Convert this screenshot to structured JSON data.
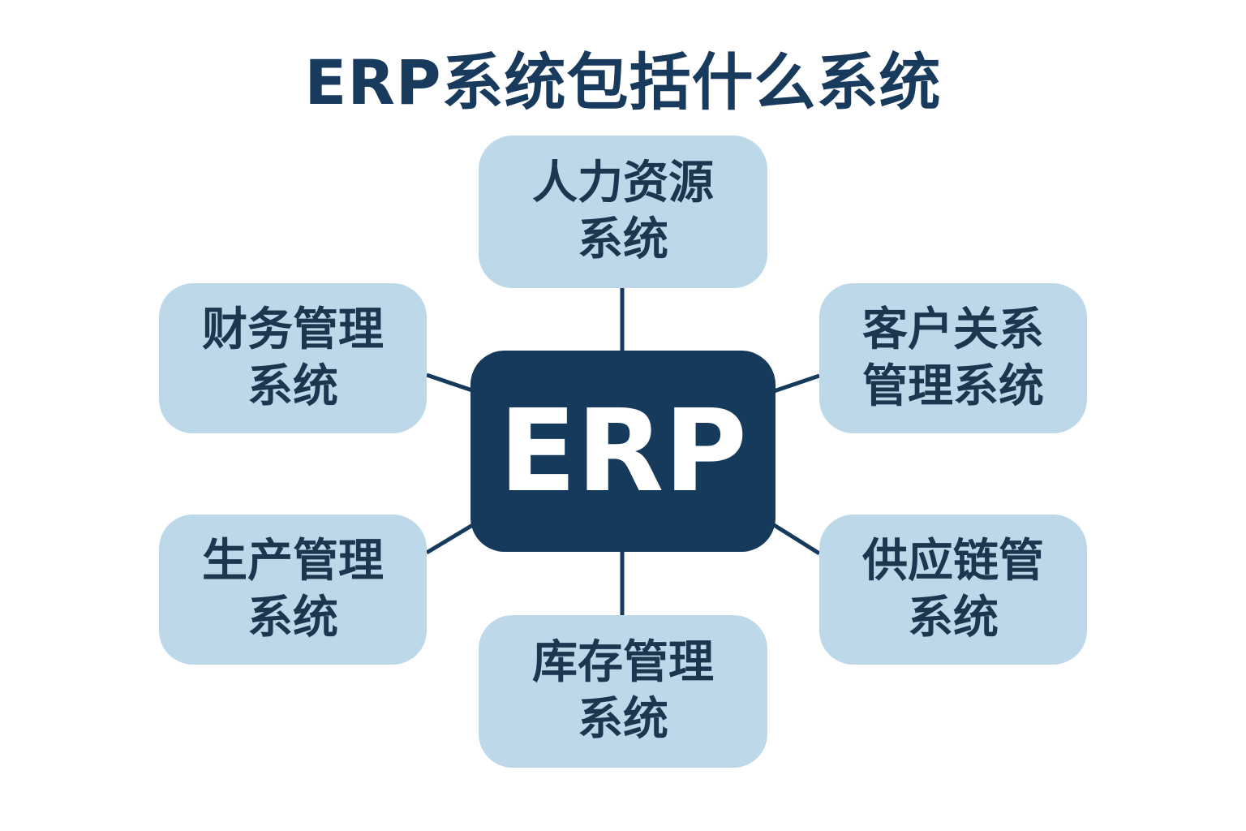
{
  "title": "ERP系统包括什么系统",
  "center": {
    "label": "ERP"
  },
  "nodes": {
    "hr": {
      "line1": "人力资源",
      "line2": "系统"
    },
    "finance": {
      "line1": "财务管理",
      "line2": "系统"
    },
    "crm": {
      "line1": "客户关系",
      "line2": "管理系统"
    },
    "production": {
      "line1": "生产管理",
      "line2": "系统"
    },
    "supply": {
      "line1": "供应链管",
      "line2": "系统"
    },
    "inventory": {
      "line1": "库存管理",
      "line2": "系统"
    }
  },
  "colors": {
    "dark": "#163a5c",
    "light": "#bdd8e9",
    "text": "#1e3550"
  }
}
